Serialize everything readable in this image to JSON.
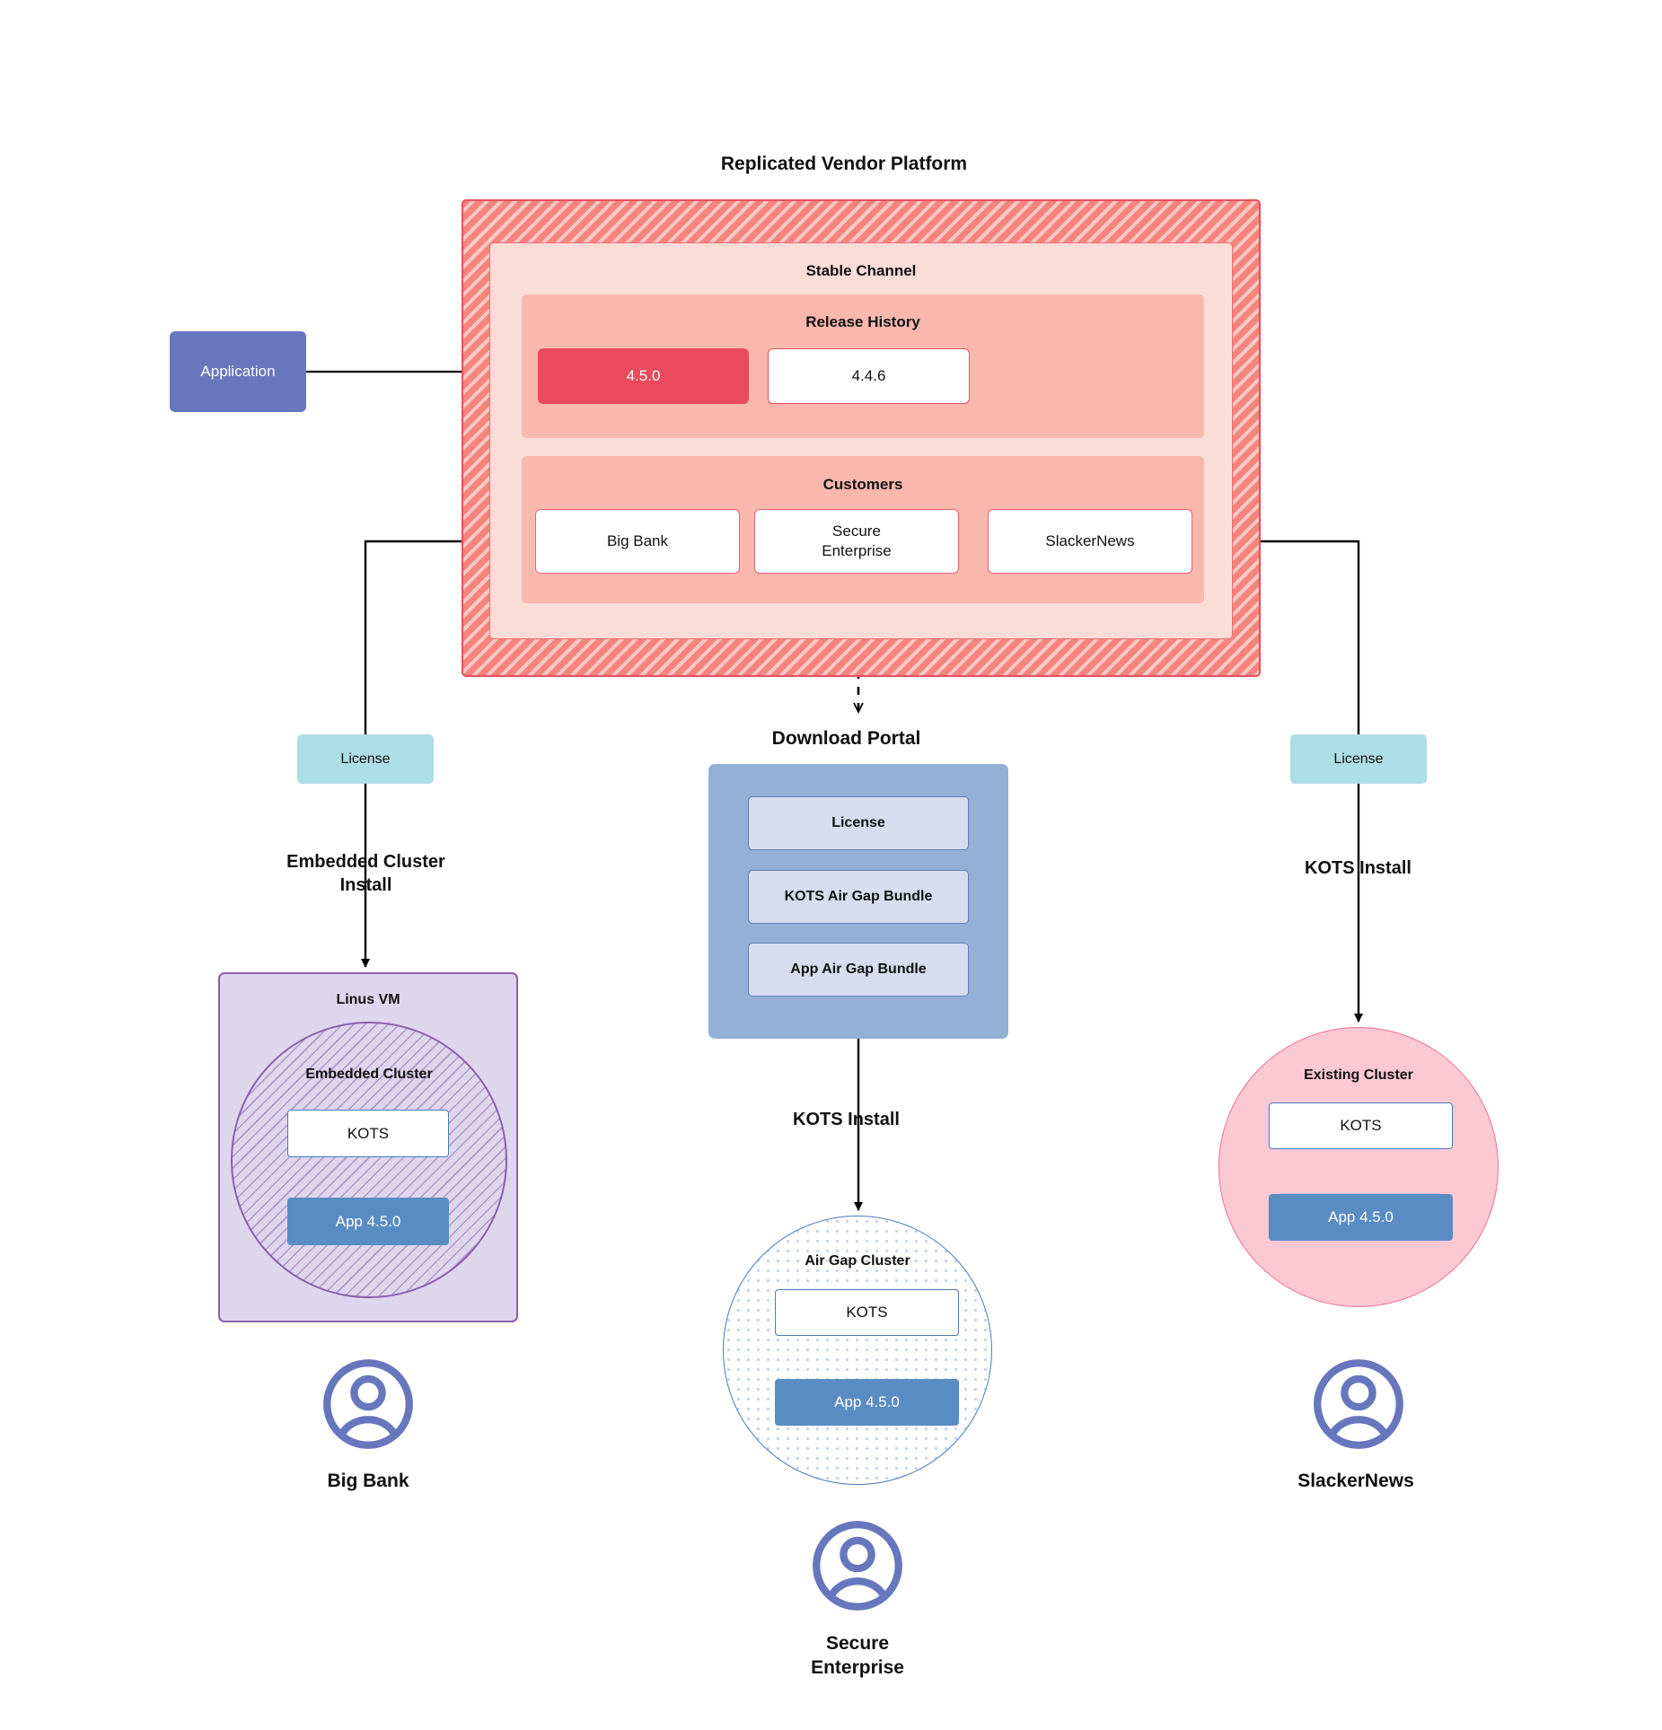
{
  "platform": {
    "title": "Replicated Vendor Platform",
    "stable_channel": {
      "title": "Stable Channel",
      "release_history": {
        "title": "Release History",
        "releases": [
          {
            "version": "4.5.0",
            "state": "current"
          },
          {
            "version": "4.4.6",
            "state": "previous"
          }
        ]
      },
      "customers": {
        "title": "Customers",
        "items": [
          {
            "name": "Big Bank"
          },
          {
            "name": "Secure\nEnterprise"
          },
          {
            "name": "SlackerNews"
          }
        ]
      }
    }
  },
  "application": {
    "label": "Application"
  },
  "licenses": {
    "left_label": "License",
    "right_label": "License"
  },
  "flows": {
    "left": "Embedded Cluster\nInstall",
    "center": "KOTS Install",
    "right": "KOTS Install"
  },
  "download_portal": {
    "title": "Download  Portal",
    "items": [
      {
        "label": "License"
      },
      {
        "label": "KOTS Air Gap Bundle"
      },
      {
        "label": "App Air Gap Bundle"
      }
    ]
  },
  "left_branch": {
    "host_title": "Linus VM",
    "cluster_title": "Embedded Cluster",
    "kots_label": "KOTS",
    "app_label": "App 4.5.0",
    "persona": "Big Bank",
    "persona_icon": "user-avatar-icon"
  },
  "center_branch": {
    "cluster_title": "Air Gap Cluster",
    "kots_label": "KOTS",
    "app_label": "App 4.5.0",
    "persona": "Secure\nEnterprise",
    "persona_icon": "user-avatar-icon"
  },
  "right_branch": {
    "cluster_title": "Existing Cluster",
    "kots_label": "KOTS",
    "app_label": "App 4.5.0",
    "persona": "SlackerNews",
    "persona_icon": "user-avatar-icon"
  },
  "colors": {
    "platform_fill": "#f4847d",
    "platform_border": "#e8505b",
    "channel_fill": "#fbddd8",
    "section_fill": "#f9b8ae",
    "release_current": "#ea4a5d",
    "customer_border": "#ef5f75",
    "application_fill": "#6777bd",
    "license_fill": "#addde6",
    "portal_fill": "#94b0d7",
    "portal_item_fill": "#d7dcee",
    "portal_item_border": "#5a82b8",
    "vm_fill": "#ded6ec",
    "vm_border": "#8a5fae",
    "app_box_fill": "#5a8cc4",
    "kots_border": "#4a7cb8",
    "existing_cluster_fill": "#fbc8d4",
    "existing_cluster_border": "#ef6f92",
    "airgap_border": "#4a7cb8",
    "persona_icon": "#6777bd",
    "connector": "#000000"
  }
}
